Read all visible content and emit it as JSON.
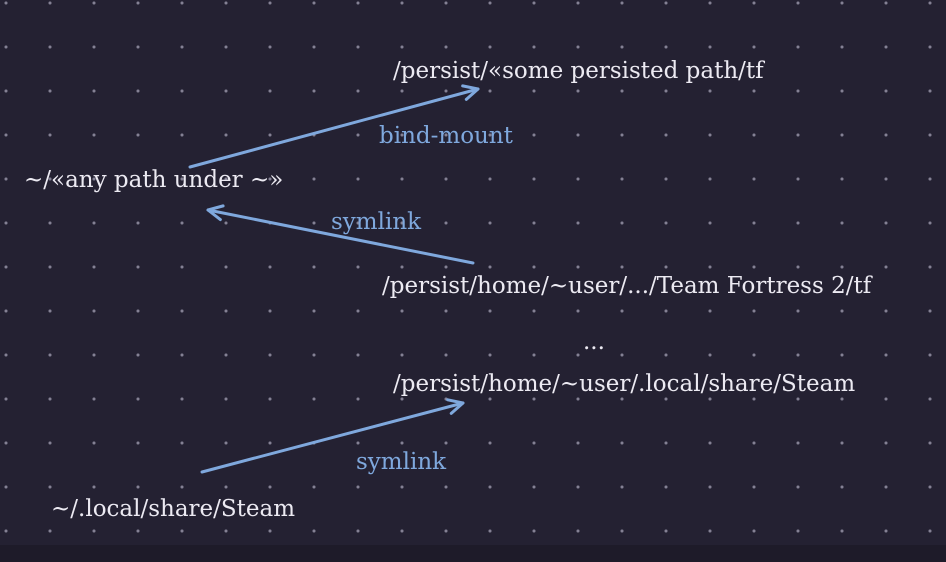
{
  "canvas": {
    "colors": {
      "background": "#242132",
      "dot_color": "#848194",
      "accent_color": "#7fa8dd",
      "text_color": "#eceaf2"
    }
  },
  "diagram": {
    "nodes": [
      {
        "id": "persist-some-path",
        "label": "/persist/«some persisted path/tf"
      },
      {
        "id": "home-any-path",
        "label": "~/«any path under ~»"
      },
      {
        "id": "persist-tf2",
        "label": "/persist/home/~user/.../Team Fortress 2/tf"
      },
      {
        "id": "ellipsis",
        "label": "..."
      },
      {
        "id": "persist-steam",
        "label": "/persist/home/~user/.local/share/Steam"
      },
      {
        "id": "home-steam",
        "label": "~/.local/share/Steam"
      }
    ],
    "edges": [
      {
        "id": "bind-mount",
        "label": "bind-mount",
        "from": "home-any-path",
        "to": "persist-some-path"
      },
      {
        "id": "symlink-top",
        "label": "symlink",
        "from": "persist-tf2",
        "to": "home-any-path"
      },
      {
        "id": "symlink-bottom",
        "label": "symlink",
        "from": "home-steam",
        "to": "persist-steam"
      }
    ]
  }
}
